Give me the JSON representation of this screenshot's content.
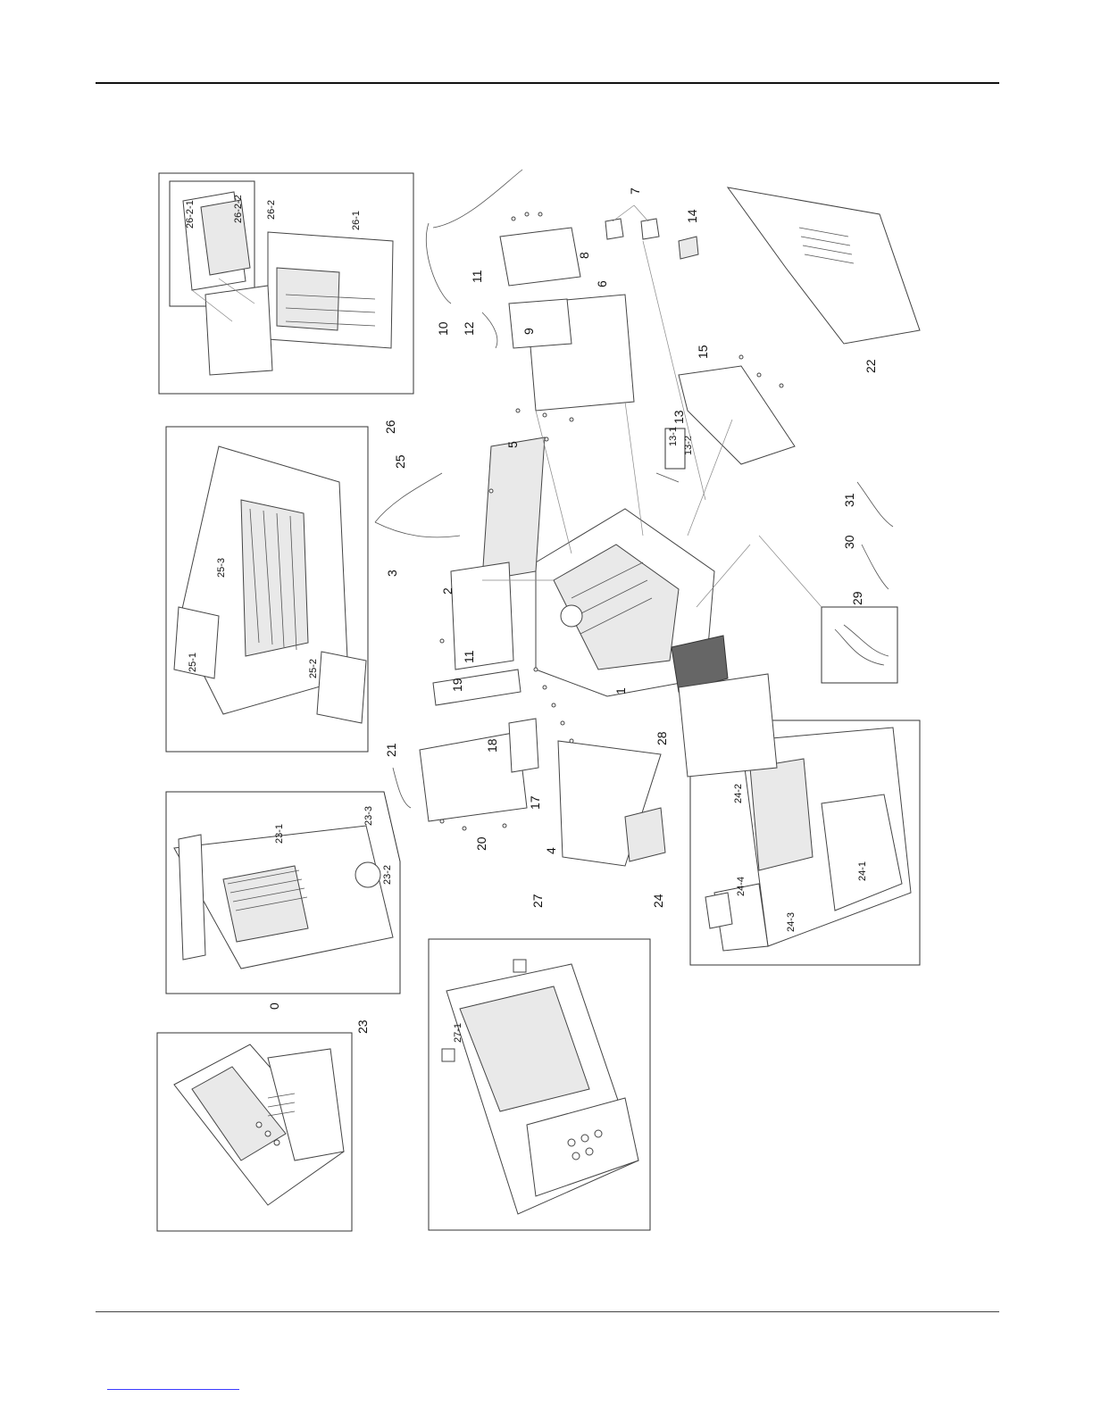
{
  "labels": {
    "l0": "0",
    "l1": "1",
    "l2": "2",
    "l3": "3",
    "l4": "4",
    "l5": "5",
    "l6": "6",
    "l7": "7",
    "l8": "8",
    "l9": "9",
    "l10": "10",
    "l11a": "11",
    "l11b": "11",
    "l12": "12",
    "l13": "13",
    "l13_1": "13-1",
    "l13_2": "13-2",
    "l14": "14",
    "l15": "15",
    "l17": "17",
    "l18": "18",
    "l19": "19",
    "l20": "20",
    "l21": "21",
    "l22": "22",
    "l23": "23",
    "l23_1": "23-1",
    "l23_2": "23-2",
    "l23_3": "23-3",
    "l24": "24",
    "l24_1": "24-1",
    "l24_2": "24-2",
    "l24_3": "24-3",
    "l24_4": "24-4",
    "l25": "25",
    "l25_1": "25-1",
    "l25_2": "25-2",
    "l25_3": "25-3",
    "l26": "26",
    "l26_1": "26-1",
    "l26_2": "26-2",
    "l26_2_1": "26-2-1",
    "l26_2_2": "26-2-2",
    "l27": "27",
    "l27_1": "27-1",
    "l28": "28",
    "l29": "29",
    "l30": "30",
    "l31": "31"
  }
}
